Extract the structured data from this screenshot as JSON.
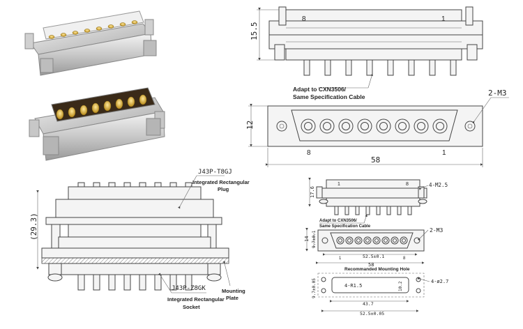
{
  "photos": {
    "plug_photo": "product-photo-plug",
    "socket_photo": "product-photo-socket"
  },
  "top_right_view": {
    "pin_left": "8",
    "pin_right": "1",
    "height_dim": "15.5",
    "callout_line1": "Adapt to CXN3506/",
    "callout_line2": "Same Specification Cable"
  },
  "face_view": {
    "hole_label": "2-M3",
    "height_dim": "12",
    "pin_left": "8",
    "pin_right": "1",
    "width_dim": "58"
  },
  "assembly_view": {
    "plug_code": "J43P-T8GJ",
    "plug_name_line1": "Integrated Rectangular",
    "plug_name_line2": "Plug",
    "height_dim": "(29.3)",
    "socket_code": "J43P-Z8GK",
    "socket_name_line1": "Integrated Rectangular",
    "socket_name_line2": "Socket",
    "plate_line1": "Mounting",
    "plate_line2": "Plate"
  },
  "small_socket_view": {
    "pin_left": "1",
    "pin_right": "8",
    "height_dim": "17.6",
    "hole_label": "4-M2.5",
    "callout_line1": "Adapt to CXN3506/",
    "callout_line2": "Same Specification Cable"
  },
  "small_face_view": {
    "hole_label": "2-M3",
    "height_dim": "14",
    "inner_height_dim": "9.7±0.1",
    "pitch_dim": "52.5±0.1",
    "width_dim": "58",
    "pin_left": "1",
    "pin_right": "8"
  },
  "mounting_hole": {
    "title": "Recommanded Mounting Hole",
    "radius_label": "4-R1.5",
    "hole_label": "4-ø2.7",
    "height_dim": "9.7±0.05",
    "cut_height_dim": "10.2",
    "cut_width_dim": "43.7",
    "width_dim": "52.5±0.05"
  }
}
